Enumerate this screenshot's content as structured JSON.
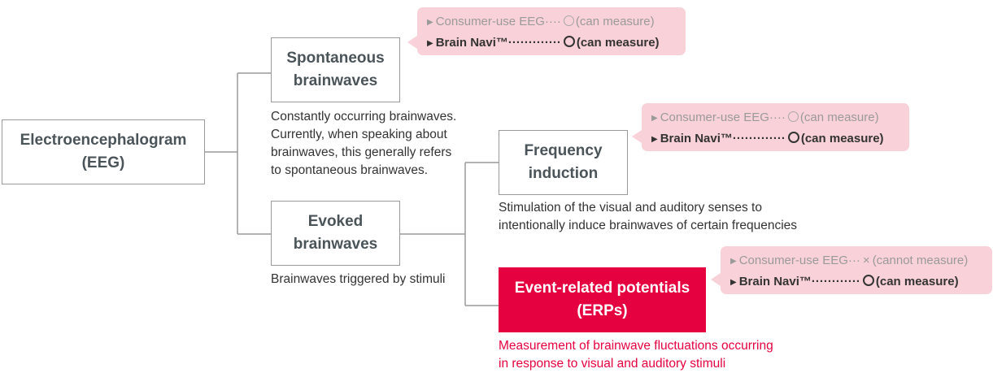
{
  "nodes": {
    "eeg": [
      "Electroencephalogram",
      "(EEG)"
    ],
    "spontaneous": [
      "Spontaneous",
      "brainwaves"
    ],
    "evoked": [
      "Evoked",
      "brainwaves"
    ],
    "frequency": [
      "Frequency",
      "induction"
    ],
    "erp": [
      "Event-related potentials",
      "(ERPs)"
    ]
  },
  "descriptions": {
    "spontaneous": [
      "Constantly occurring brainwaves.",
      "Currently, when speaking about",
      "brainwaves,  this generally refers",
      "to spontaneous brainwaves."
    ],
    "evoked": [
      "Brainwaves triggered by stimuli"
    ],
    "frequency": [
      "Stimulation of the visual and auditory senses to",
      "intentionally induce brainwaves of certain frequencies"
    ],
    "erp": [
      "Measurement of brainwave fluctuations occurring",
      "in response to visual and auditory stimuli"
    ]
  },
  "callouts": {
    "spontaneous": {
      "consumer": {
        "label": "Consumer-use EEG",
        "leader": "····",
        "mark": "○",
        "result": "(can measure)"
      },
      "navi": {
        "label": "Brain Navi™",
        "leader": "·············",
        "mark": "○",
        "result": "(can measure)"
      }
    },
    "frequency": {
      "consumer": {
        "label": "Consumer-use EEG",
        "leader": "····",
        "mark": "○",
        "result": "(can measure)"
      },
      "navi": {
        "label": "Brain Navi™",
        "leader": "·············",
        "mark": "○",
        "result": "(can measure)"
      }
    },
    "erp": {
      "consumer": {
        "label": "Consumer-use EEG",
        "leader": "···",
        "mark": "×",
        "result": "(cannot measure)"
      },
      "navi": {
        "label": "Brain Navi™",
        "leader": "············",
        "mark": "○",
        "result": "(can measure)"
      }
    }
  },
  "colors": {
    "accent": "#e5003f",
    "callout_bg": "#f9d1d8",
    "line": "#9a9a9a"
  }
}
